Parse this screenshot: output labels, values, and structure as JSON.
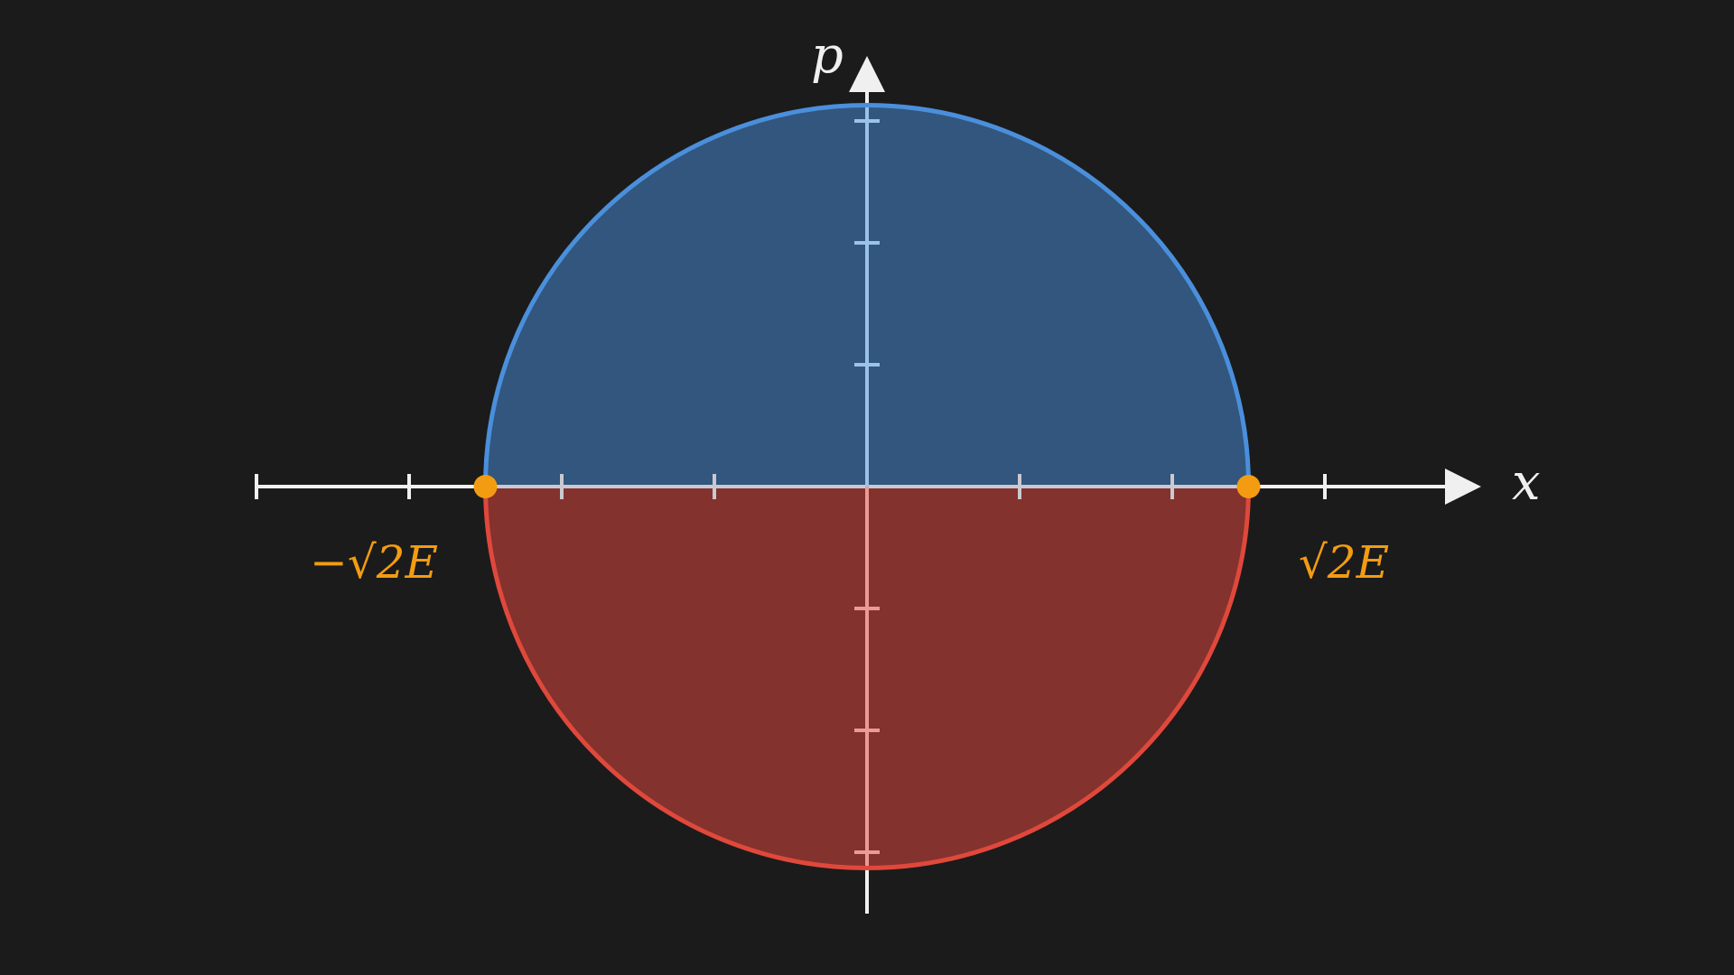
{
  "diagram": {
    "axis_labels": {
      "x": "x",
      "p": "p"
    },
    "turning_points": {
      "left_label": "−√2E",
      "right_label": "√2E"
    },
    "colors": {
      "background": "#1b1b1b",
      "axis": "#f0f0f0",
      "upper_fill": "#32567d",
      "upper_stroke": "#4a8fdc",
      "lower_fill": "#83322d",
      "lower_stroke": "#e0483c",
      "upper_ticks": "#9cc1ea",
      "lower_ticks": "#ec9a92",
      "turning_point": "#f39c12"
    },
    "x_ticks": [
      -4,
      -3,
      -2,
      -1,
      1,
      2,
      3
    ],
    "p_ticks": [
      -3,
      -2,
      -1,
      1,
      2,
      3
    ],
    "radius_units": 2.5
  }
}
